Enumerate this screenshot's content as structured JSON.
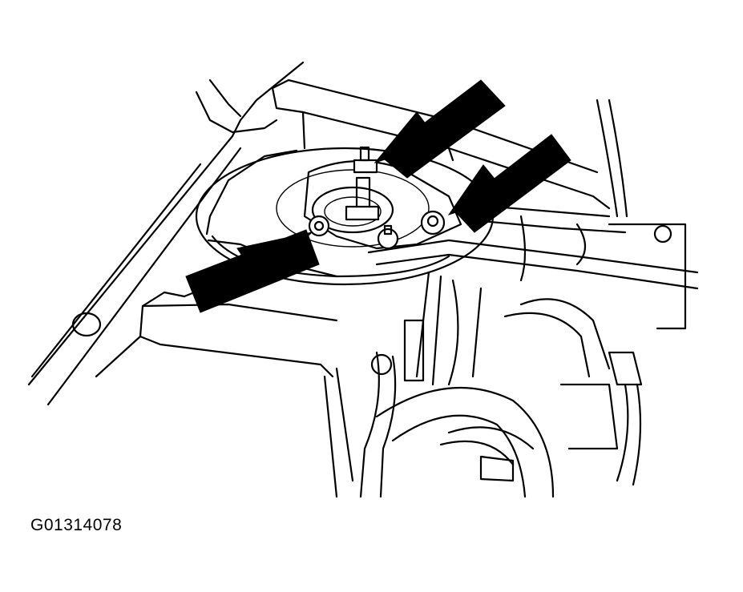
{
  "figure": {
    "id_label": "G01314078"
  },
  "callouts": [
    {
      "name": "arrow-top-nut"
    },
    {
      "name": "arrow-right-nut"
    },
    {
      "name": "arrow-left-nut"
    }
  ]
}
